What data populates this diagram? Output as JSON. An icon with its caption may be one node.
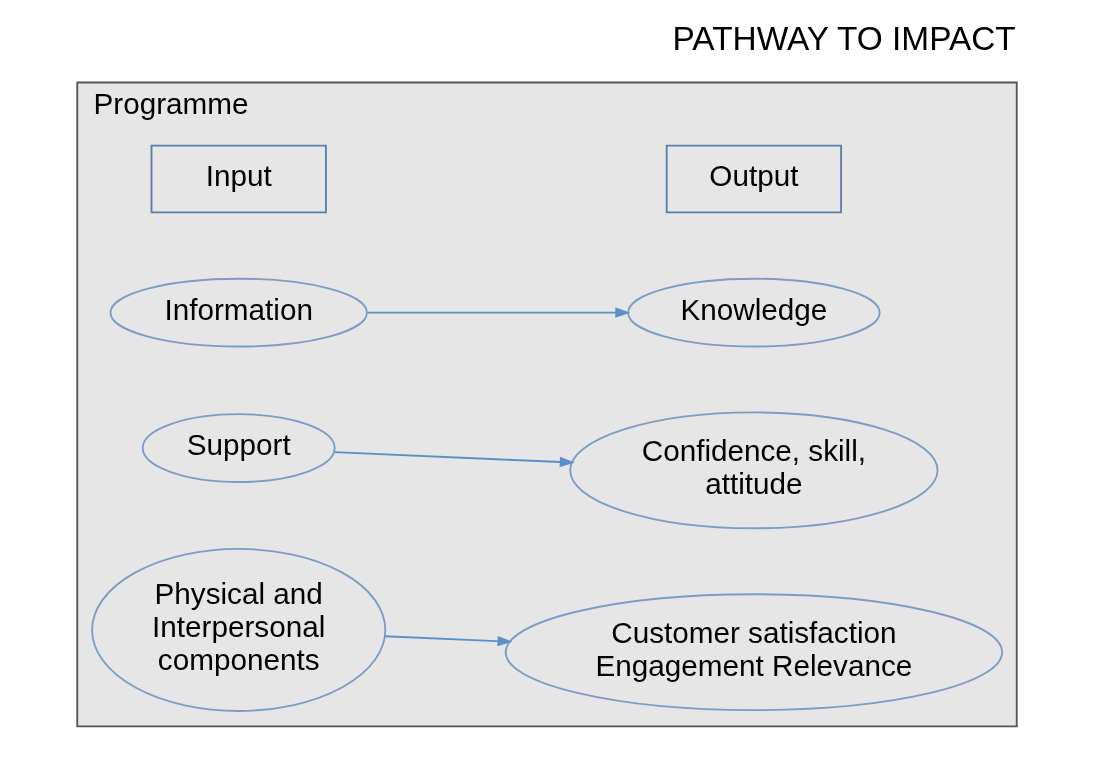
{
  "diagram": {
    "title": "PATHWAY TO IMPACT",
    "nodes": [
      {
        "text": [
          "Programme"
        ]
      },
      {
        "text": [
          "Input"
        ],
        "in": 0
      },
      {
        "text": [
          "Output"
        ],
        "in": 0
      },
      {
        "text": [
          "Information"
        ],
        "in": 0
      },
      {
        "text": [
          "Knowledge"
        ],
        "in": 0
      },
      {
        "text": [
          "Support"
        ],
        "in": 0
      },
      {
        "text": [
          "Confidence, skill, attitude"
        ],
        "in": 0
      },
      {
        "text": [
          "Physical and Interpersonal components"
        ],
        "in": 0
      },
      {
        "text": [
          "Customer satisfaction Engagement Relevance"
        ],
        "in": 0
      }
    ],
    "edges": [
      {
        "from": 3,
        "to": 4,
        "arrow": "to"
      },
      {
        "from": 5,
        "to": 6,
        "arrow": "to"
      },
      {
        "from": 7,
        "to": 8,
        "arrow": "to"
      }
    ]
  }
}
